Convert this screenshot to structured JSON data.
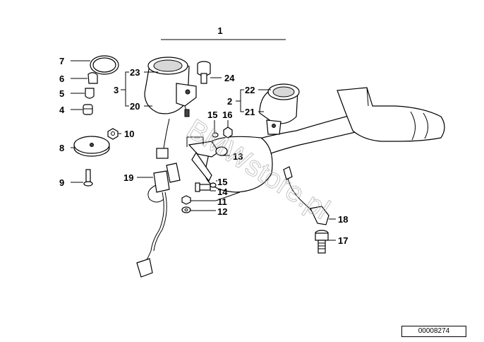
{
  "callouts": {
    "c1": "1",
    "c2": "2",
    "c3": "3",
    "c4": "4",
    "c5": "5",
    "c6": "6",
    "c7": "7",
    "c8": "8",
    "c9": "9",
    "c10": "10",
    "c11": "11",
    "c12": "12",
    "c13": "13",
    "c14": "14",
    "c15a": "15",
    "c15b": "15",
    "c16": "16",
    "c17": "17",
    "c18": "18",
    "c19": "19",
    "c20": "20",
    "c21": "21",
    "c22": "22",
    "c23": "23",
    "c24": "24"
  },
  "watermark": "BMWstore.pl",
  "reference_number": "00008274"
}
